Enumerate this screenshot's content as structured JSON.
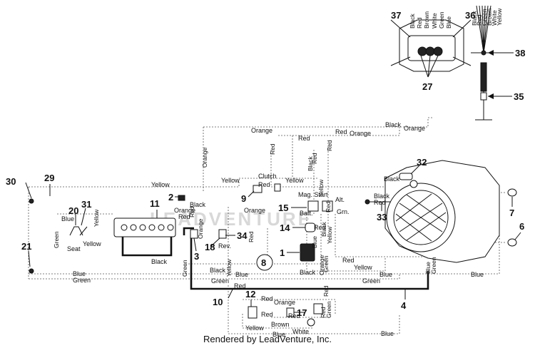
{
  "watermark": "LEADVENTURE",
  "footer": {
    "credit": "Rendered by LeadVenture, Inc."
  },
  "callouts": {
    "c1": "1",
    "c2": "2",
    "c3": "3",
    "c4": "4",
    "c6": "6",
    "c7": "7",
    "c8": "8",
    "c9": "9",
    "c10": "10",
    "c11": "11",
    "c12": "12",
    "c14": "14",
    "c15": "15",
    "c17": "17",
    "c18": "18",
    "c20": "20",
    "c21": "21",
    "c27": "27",
    "c29": "29",
    "c30": "30",
    "c31": "31",
    "c32": "32",
    "c33": "33",
    "c34": "34",
    "c35": "35",
    "c36": "36",
    "c37": "37",
    "c38": "38"
  },
  "wires": {
    "orange": "Orange",
    "red": "Red",
    "black": "Black",
    "yellow": "Yellow",
    "blue": "Blue",
    "green": "Green",
    "white": "White",
    "brown": "Brown",
    "clutch": "Clutch",
    "seat": "Seat",
    "rev": "Rev.",
    "alt": "Alt.",
    "grn": "Grn.",
    "mag_start": "Mag. Start",
    "batt": "Batt."
  },
  "connector_labels": {
    "left": [
      "Black",
      "Red",
      "Brown"
    ],
    "right": [
      "White",
      "Green",
      "Blue"
    ],
    "harness": [
      "Black",
      "Red",
      "Green",
      "Brown",
      "White",
      "Yellow"
    ]
  }
}
